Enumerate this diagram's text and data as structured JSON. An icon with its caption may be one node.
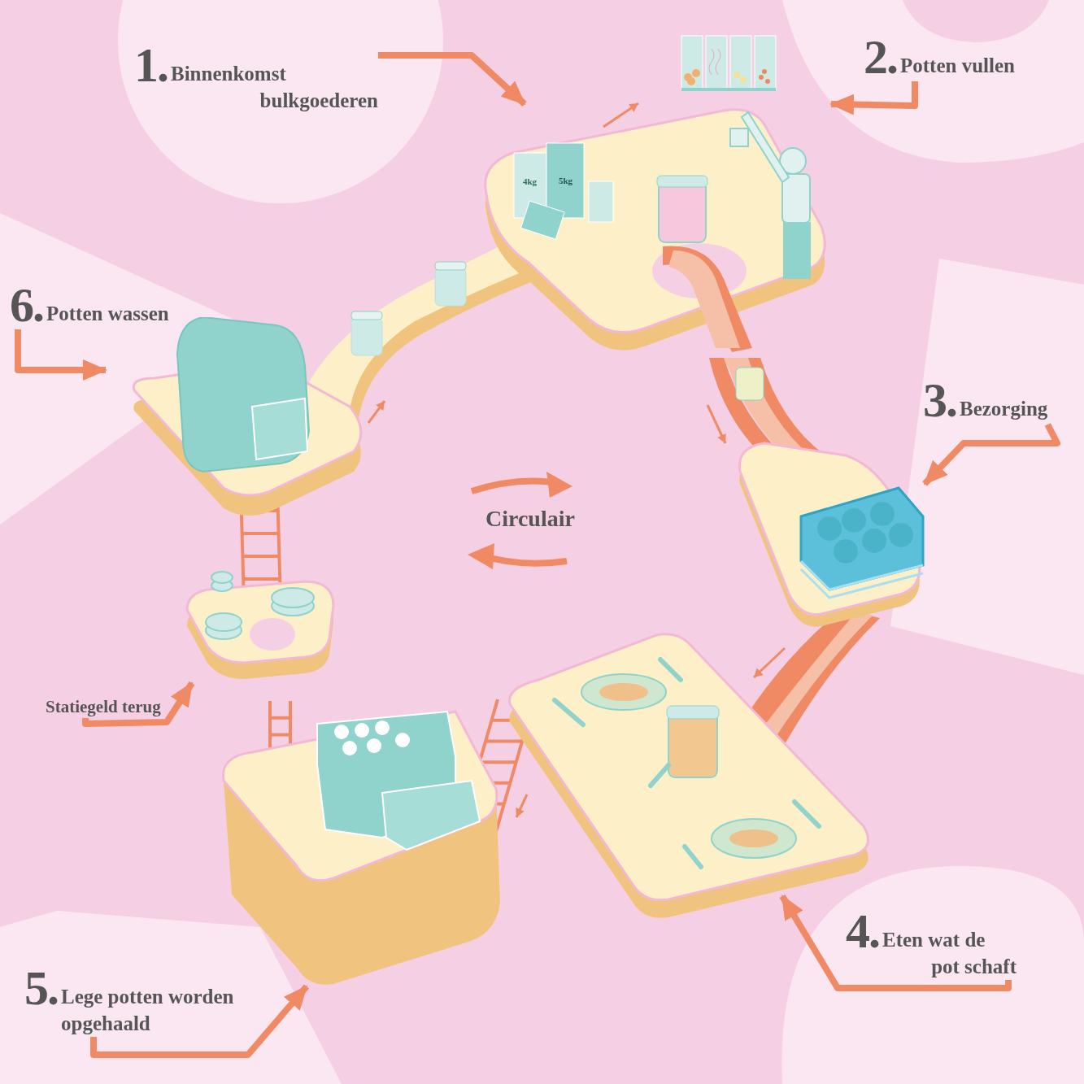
{
  "diagram": {
    "nodes": [
      {
        "text": [
          "1.",
          "Binnenkomst bulkgoederen"
        ]
      },
      {
        "text": [
          "2.",
          "Potten vullen"
        ]
      },
      {
        "text": [
          "3.",
          "Bezorging"
        ]
      },
      {
        "text": [
          "4.",
          "Eten wat de pot schaft"
        ]
      },
      {
        "text": [
          "5.",
          "Lege potten worden opgehaald"
        ]
      },
      {
        "text": [
          "6.",
          "Potten wassen"
        ]
      },
      {
        "text": [
          "Statiegeld terug"
        ]
      },
      {
        "text": [],
        "shape": "picture"
      },
      {
        "text": [],
        "shape": "picture"
      },
      {
        "text": [],
        "shape": "picture"
      },
      {
        "text": [],
        "shape": "picture"
      },
      {
        "text": [],
        "shape": "picture"
      },
      {
        "text": [],
        "shape": "picture"
      }
    ],
    "edges": [
      {
        "from": 0,
        "to": 7,
        "arrow": "to"
      },
      {
        "from": 1,
        "to": 7,
        "arrow": "to"
      },
      {
        "from": 2,
        "to": 8,
        "arrow": "to"
      },
      {
        "from": 3,
        "to": 9,
        "arrow": "to"
      },
      {
        "from": 4,
        "to": 10,
        "arrow": "to"
      },
      {
        "from": 5,
        "to": 11,
        "arrow": "to"
      },
      {
        "from": 6,
        "to": 12,
        "arrow": "to"
      }
    ],
    "labels": [
      "Circulair",
      "4kg",
      "5kg"
    ]
  }
}
